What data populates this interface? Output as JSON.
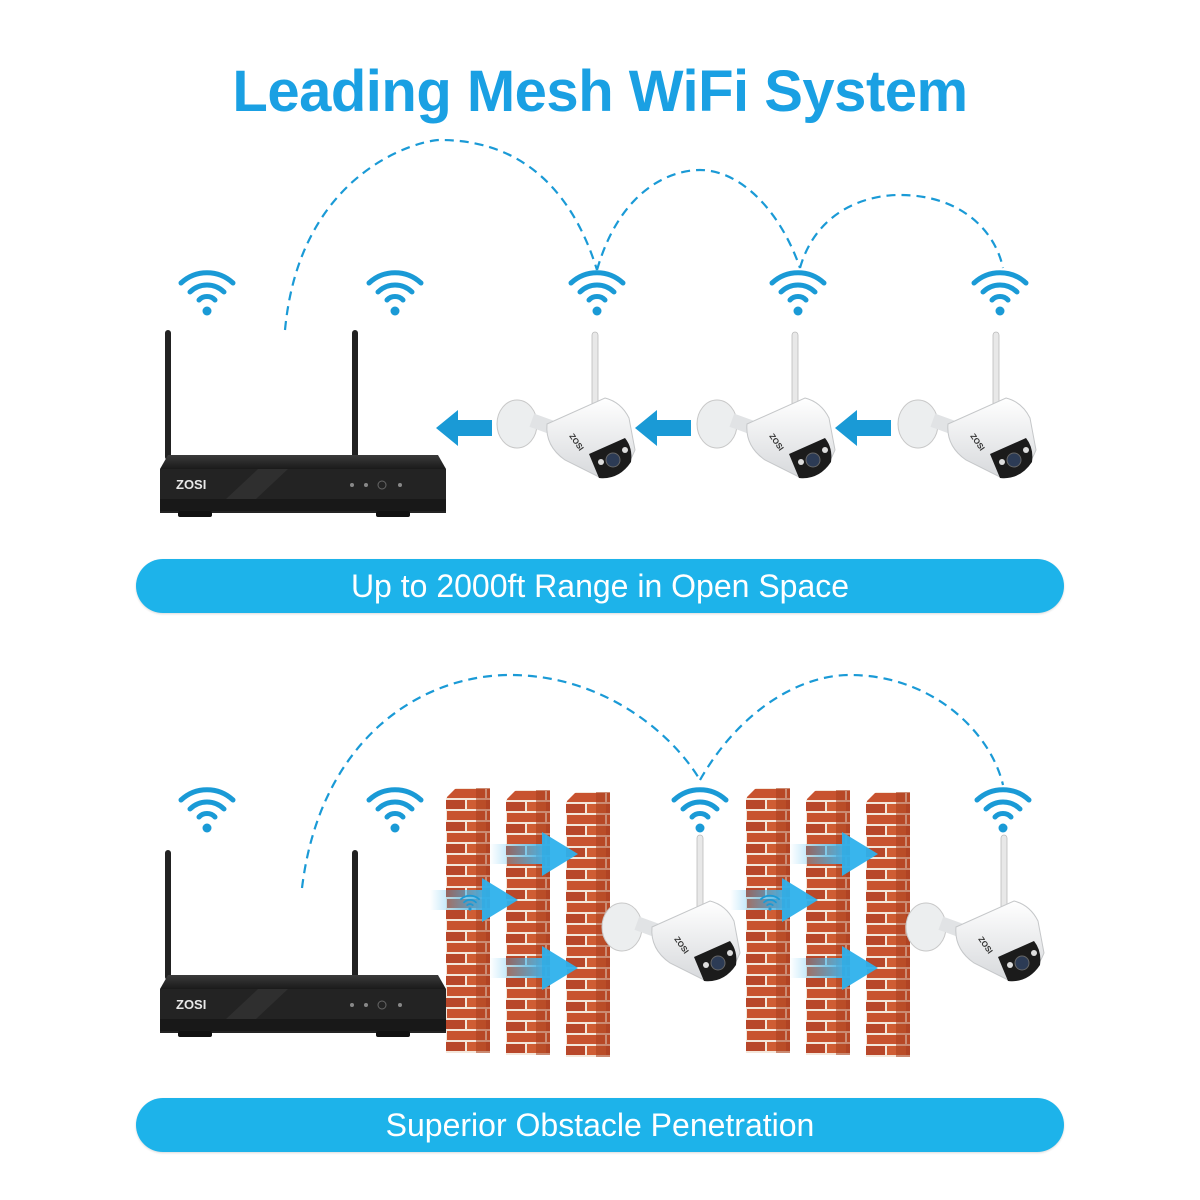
{
  "title": "Leading Mesh WiFi System",
  "sections": [
    {
      "id": "open-space",
      "caption": "Up to 2000ft Range in Open Space",
      "devices": [
        "nvr",
        "camera",
        "camera",
        "camera"
      ],
      "brand_label": "ZOSI",
      "arrow_direction": "left"
    },
    {
      "id": "obstacles",
      "caption": "Superior Obstacle Penetration",
      "devices": [
        "nvr",
        "brick-walls",
        "camera",
        "brick-walls",
        "camera"
      ],
      "brand_label": "ZOSI",
      "arrow_direction": "right"
    }
  ],
  "colors": {
    "accent": "#1aa0e3",
    "banner": "#1db3ea",
    "signal": "#1a9ad6",
    "brick": "#c8532f",
    "mortar": "#f3e6da",
    "nvr": "#1e1e1e"
  }
}
